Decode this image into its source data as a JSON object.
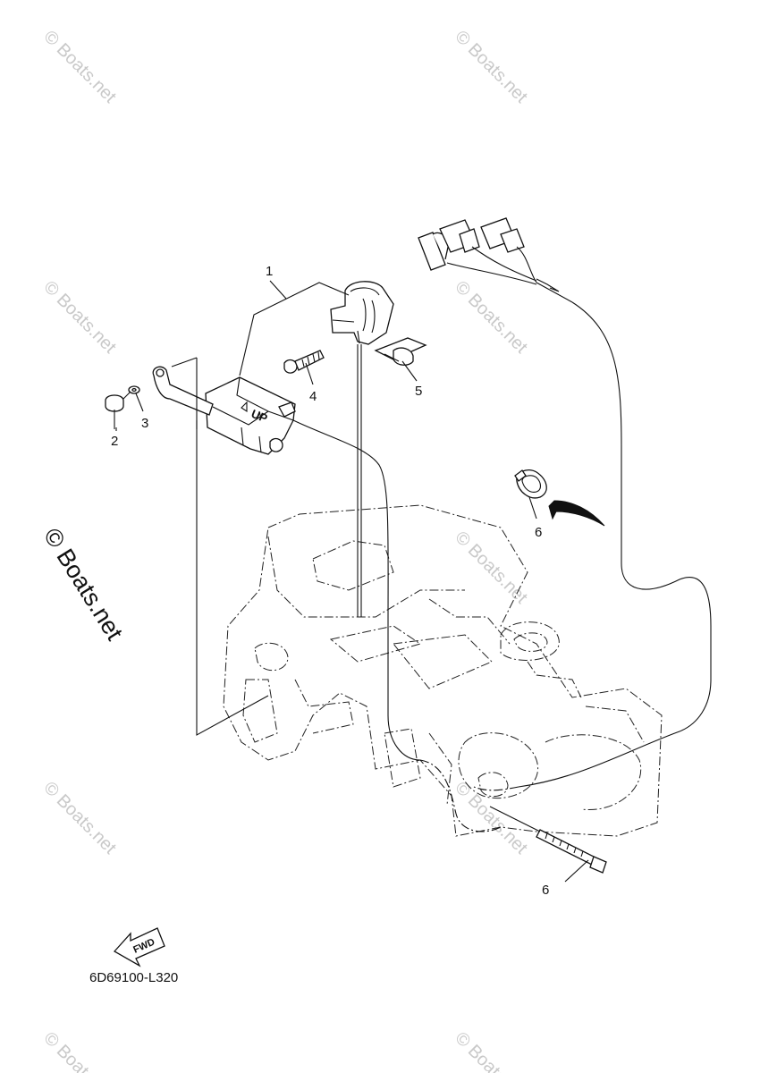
{
  "watermark": {
    "text": "© Boats.net",
    "color": "#c9c9c9"
  },
  "callouts": {
    "c1": "1",
    "c2": "2",
    "c3": "3",
    "c4": "4",
    "c5": "5",
    "c6a": "6",
    "c6b": "6"
  },
  "part_marks": {
    "up_label": "UP"
  },
  "footer": {
    "fwd_label": "FWD",
    "diagram_code": "6D69100-L320"
  }
}
